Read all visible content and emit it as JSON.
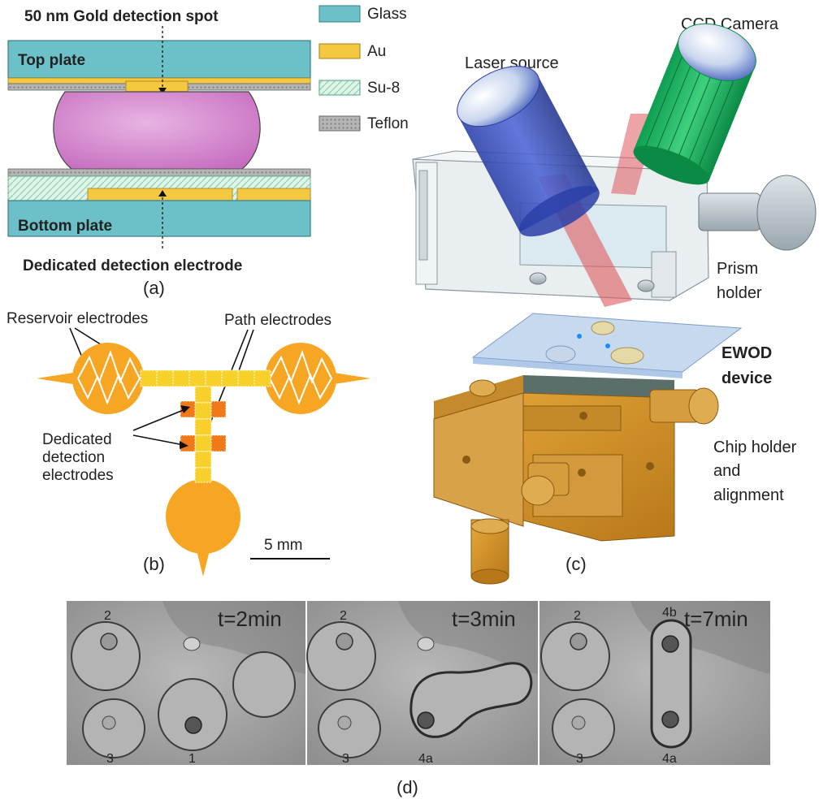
{
  "panel_a": {
    "gold_spot": "50 nm Gold detection spot",
    "top_plate": "Top plate",
    "bottom_plate": "Bottom plate",
    "dedicated_electrode": "Dedicated detection electrode",
    "caption": "(a)",
    "legend": [
      {
        "label": "Glass",
        "color": "#6cc0c8"
      },
      {
        "label": "Au",
        "color": "#f5c842"
      },
      {
        "label": "Su-8",
        "color": "#d8f2e4"
      },
      {
        "label": "Teflon",
        "color": "#b9b9b9"
      }
    ]
  },
  "panel_b": {
    "reservoir": "Reservoir electrodes",
    "path": "Path electrodes",
    "dedicated_1": "Dedicated",
    "dedicated_2": "detection",
    "dedicated_3": "electrodes",
    "scale": "5 mm",
    "caption": "(b)",
    "colors": {
      "pad": "#f6a623",
      "path": "#f7d02a",
      "detect": "#f07a1a"
    }
  },
  "panel_c": {
    "ccd": "CCD Camera",
    "laser": "Laser source",
    "prism_1": "Prism",
    "prism_2": "holder",
    "ewod_1": "EWOD",
    "ewod_2": "device",
    "chip_1": "Chip holder",
    "chip_2": "and",
    "chip_3": "alignment",
    "caption": "(c)"
  },
  "panel_d": {
    "caption": "(d)",
    "frames": [
      {
        "time": "t=2min",
        "labels": [
          "2",
          "3",
          "1"
        ]
      },
      {
        "time": "t=3min",
        "labels": [
          "2",
          "3",
          "4a"
        ]
      },
      {
        "time": "t=7min",
        "labels": [
          "2",
          "3",
          "4b",
          "4a"
        ]
      }
    ]
  }
}
